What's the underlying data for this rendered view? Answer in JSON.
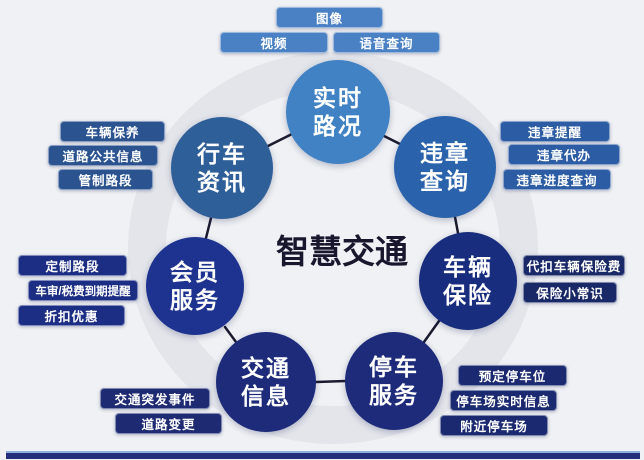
{
  "title": "智慧交通",
  "palette": {
    "background": "#eff1f4",
    "node_light_blue": "#4182c4",
    "node_steel_blue": "#2f5f99",
    "node_medium_blue": "#2a63ac",
    "node_royal_navy": "#1e338f",
    "node_dark_navy": "#1d2b7a",
    "tag_light_blue": "#4a80c4",
    "tag_medium_blue": "#2a5390",
    "tag_navy": "#1c2d84",
    "tag_deep_navy": "#192968",
    "connector": "#1b1b30",
    "title_color": "#17172e",
    "bottom_bar": "#232f7b"
  },
  "nodes": {
    "realtime_traffic": {
      "label": "实时\n路况"
    },
    "driving_info": {
      "label": "行车\n资讯"
    },
    "violation_query": {
      "label": "违章\n查询"
    },
    "member_service": {
      "label": "会员\n服务"
    },
    "vehicle_insurance": {
      "label": "车辆\n保险"
    },
    "traffic_info": {
      "label": "交通\n信息"
    },
    "parking_service": {
      "label": "停车\n服务"
    }
  },
  "tags": {
    "image": "图像",
    "video": "视频",
    "voice_query": "语音查询",
    "vehicle_maintenance": "车辆保养",
    "road_public_info": "道路公共信息",
    "controlled_sections": "管制路段",
    "violation_reminder": "违章提醒",
    "violation_agency": "违章代办",
    "violation_progress_query": "违章进度查询",
    "custom_sections": "定制路段",
    "inspection_tax_due_reminder": "车审/税费到期提醒",
    "discounts": "折扣优惠",
    "insurance_withholding": "代扣车辆保险费",
    "insurance_tips": "保险小常识",
    "traffic_incidents": "交通突发事件",
    "road_changes": "道路变更",
    "reserve_parking_spot": "预定停车位",
    "parking_lot_realtime_info": "停车场实时信息",
    "nearby_parking_lots": "附近停车场"
  }
}
